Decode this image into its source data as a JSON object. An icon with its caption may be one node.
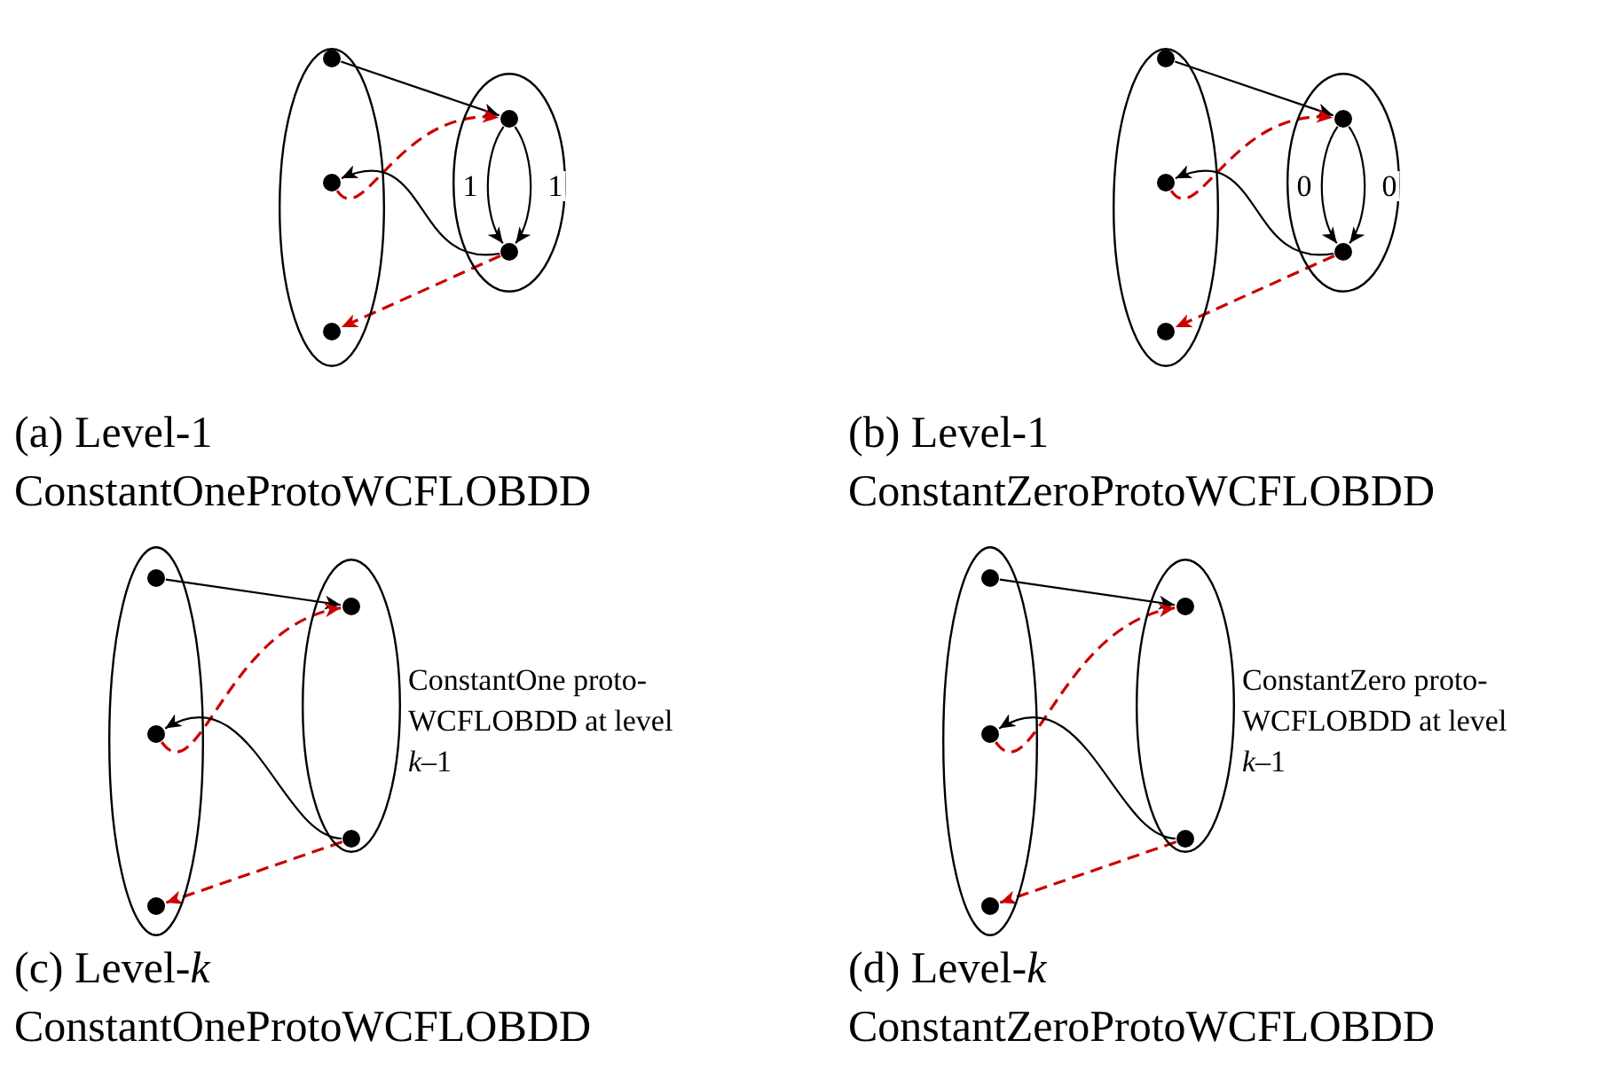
{
  "diagram": {
    "nodes": [
      {
        "text": [],
        "shape": "ellipse"
      },
      {
        "text": [],
        "shape": "circle",
        "in": 0
      },
      {
        "text": [],
        "shape": "circle",
        "in": 0
      },
      {
        "text": [],
        "shape": "circle",
        "in": 0
      },
      {
        "text": [],
        "shape": "ellipse"
      },
      {
        "text": [],
        "shape": "circle",
        "in": 4
      },
      {
        "text": [],
        "shape": "circle",
        "in": 4
      },
      {
        "text": [],
        "shape": "ellipse"
      },
      {
        "text": [],
        "shape": "circle",
        "in": 7
      },
      {
        "text": [],
        "shape": "circle",
        "in": 7
      },
      {
        "text": [],
        "shape": "circle",
        "in": 7
      },
      {
        "text": [],
        "shape": "ellipse"
      },
      {
        "text": [],
        "shape": "circle",
        "in": 11
      },
      {
        "text": [],
        "shape": "circle",
        "in": 11
      },
      {
        "text": [],
        "shape": "ellipse"
      },
      {
        "text": [],
        "shape": "circle",
        "in": 14
      },
      {
        "text": [],
        "shape": "circle",
        "in": 14
      },
      {
        "text": [],
        "shape": "circle",
        "in": 14
      },
      {
        "text": [],
        "shape": "ellipse",
        "beside": [
          "ConstantOne proto-WCFLOBDD at level *k*–1"
        ]
      },
      {
        "text": [],
        "shape": "circle",
        "in": 18
      },
      {
        "text": [],
        "shape": "circle",
        "in": 18
      },
      {
        "text": [],
        "shape": "ellipse"
      },
      {
        "text": [],
        "shape": "circle",
        "in": 21
      },
      {
        "text": [],
        "shape": "circle",
        "in": 21
      },
      {
        "text": [],
        "shape": "circle",
        "in": 21
      },
      {
        "text": [],
        "shape": "ellipse",
        "beside": [
          "ConstantZero proto-WCFLOBDD at level *k*–1"
        ]
      },
      {
        "text": [],
        "shape": "circle",
        "in": 25
      },
      {
        "text": [],
        "shape": "circle",
        "in": 25
      }
    ],
    "edges": [
      {
        "from": 1,
        "to": 5,
        "arrow": "to"
      },
      {
        "from": 2,
        "to": 5,
        "arrow": "to",
        "style": "dashed",
        "color": "#cc0000"
      },
      {
        "from": 5,
        "to": 6,
        "arrow": "to",
        "label": "1"
      },
      {
        "from": 5,
        "to": 6,
        "arrow": "to",
        "label": "1"
      },
      {
        "from": 6,
        "to": 2,
        "arrow": "to"
      },
      {
        "from": 6,
        "to": 3,
        "arrow": "to",
        "style": "dashed",
        "color": "#cc0000"
      },
      {
        "from": 8,
        "to": 12,
        "arrow": "to"
      },
      {
        "from": 9,
        "to": 12,
        "arrow": "to",
        "style": "dashed",
        "color": "#cc0000"
      },
      {
        "from": 12,
        "to": 13,
        "arrow": "to",
        "label": "0"
      },
      {
        "from": 12,
        "to": 13,
        "arrow": "to",
        "label": "0"
      },
      {
        "from": 13,
        "to": 9,
        "arrow": "to"
      },
      {
        "from": 13,
        "to": 10,
        "arrow": "to",
        "style": "dashed",
        "color": "#cc0000"
      },
      {
        "from": 15,
        "to": 19,
        "arrow": "to"
      },
      {
        "from": 16,
        "to": 19,
        "arrow": "to",
        "style": "dashed",
        "color": "#cc0000"
      },
      {
        "from": 20,
        "to": 16,
        "arrow": "to"
      },
      {
        "from": 20,
        "to": 17,
        "arrow": "to",
        "style": "dashed",
        "color": "#cc0000"
      },
      {
        "from": 22,
        "to": 26,
        "arrow": "to"
      },
      {
        "from": 23,
        "to": 26,
        "arrow": "to",
        "style": "dashed",
        "color": "#cc0000"
      },
      {
        "from": 27,
        "to": 23,
        "arrow": "to"
      },
      {
        "from": 27,
        "to": 24,
        "arrow": "to",
        "style": "dashed",
        "color": "#cc0000"
      }
    ],
    "labels": [
      "(a) Level-1 ConstantOneProtoWCFLOBDD",
      "(b) Level-1 ConstantZeroProtoWCFLOBDD",
      "(c) Level-*k* ConstantOneProtoWCFLOBDD",
      "(d) Level-*k* ConstantZeroProtoWCFLOBDD"
    ]
  }
}
